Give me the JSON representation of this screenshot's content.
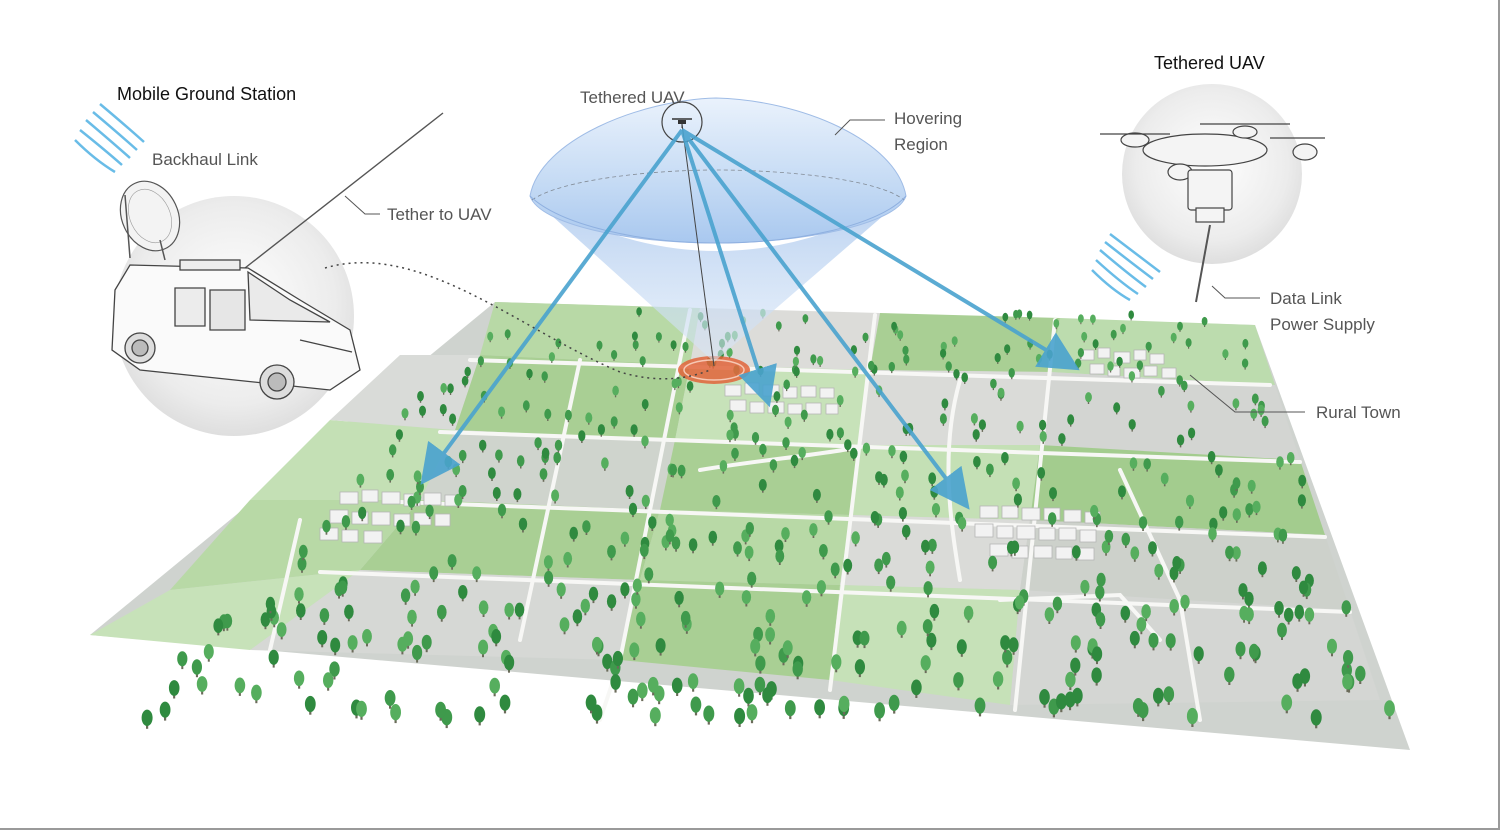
{
  "labels": {
    "mobile_ground_station": "Mobile Ground Station",
    "backhaul_link": "Backhaul Link",
    "tether_to_uav": "Tether to UAV",
    "tethered_uav_center": "Tethered UAV",
    "hovering_region_line1": "Hovering",
    "hovering_region_line2": "Region",
    "tethered_uav_right": "Tethered UAV",
    "data_link": "Data Link",
    "power_supply": "Power Supply",
    "rural_town": "Rural Town"
  },
  "colors": {
    "link_arrow": "#4aa3cf",
    "hover_dome": "#b9d4f2",
    "field_green": "#a9cf94",
    "field_grey": "#d4d6d4",
    "tree": "#3f9a4c",
    "landing_pad": "#e0643a",
    "signal_waves": "#4fb1e3"
  },
  "icons": [
    "van-icon",
    "satellite-dish-icon",
    "drone-icon",
    "signal-waves-icon",
    "tree-icon",
    "building-icon"
  ]
}
